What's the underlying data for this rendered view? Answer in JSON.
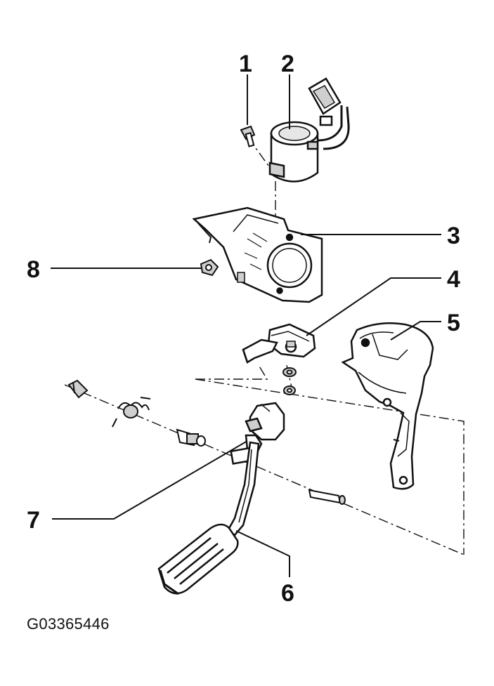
{
  "callouts": [
    "1",
    "2",
    "3",
    "4",
    "5",
    "6",
    "7",
    "8"
  ],
  "figure_id": "G03365446",
  "colors": {
    "line": "#111111",
    "part_fill": "#ffffff",
    "shade": "#cfcfcf"
  },
  "parts": [
    "screw",
    "pedal-sensor",
    "mounting-bracket",
    "nut",
    "switch-assembly",
    "pedal-support-bracket",
    "accelerator-pedal",
    "pedal-pivot"
  ]
}
